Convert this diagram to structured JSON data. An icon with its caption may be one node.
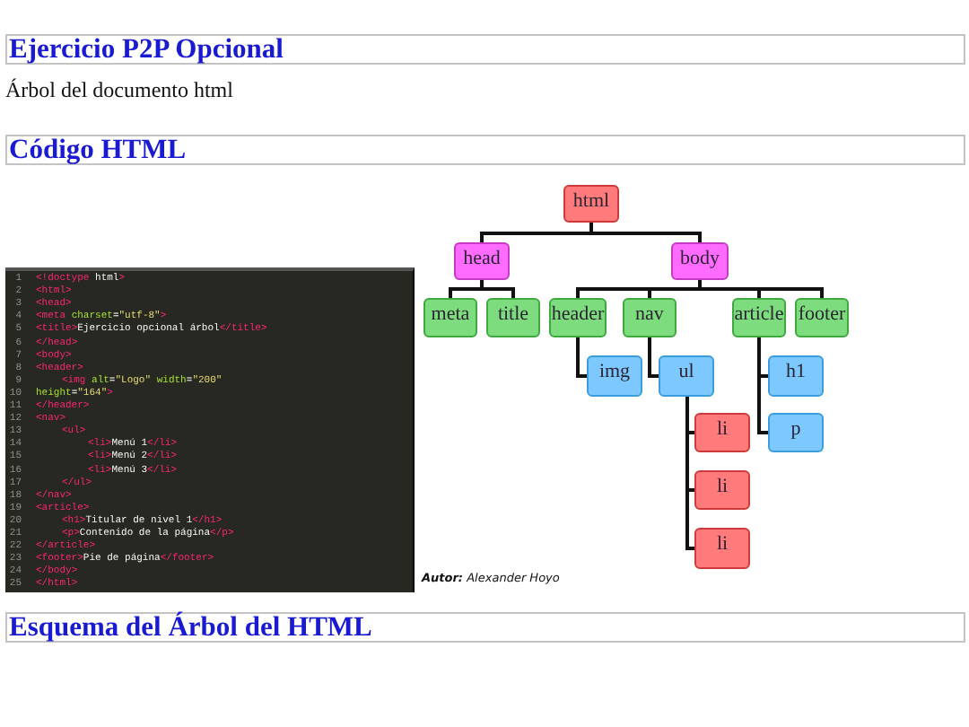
{
  "diagram": {
    "title": "Ejercicio P2P Opcional",
    "nodes": [
      {
        "text": [
          "html"
        ]
      },
      {
        "text": [
          "head"
        ]
      },
      {
        "text": [
          "body"
        ]
      },
      {
        "text": [
          "meta"
        ]
      },
      {
        "text": [
          "title"
        ]
      },
      {
        "text": [
          "header"
        ]
      },
      {
        "text": [
          "nav"
        ]
      },
      {
        "text": [
          "article"
        ]
      },
      {
        "text": [
          "footer"
        ]
      },
      {
        "text": [
          "img"
        ]
      },
      {
        "text": [
          "ul"
        ]
      },
      {
        "text": [
          "h1"
        ]
      },
      {
        "text": [
          "li"
        ]
      },
      {
        "text": [
          "p"
        ]
      },
      {
        "text": [
          "li"
        ]
      },
      {
        "text": [
          "li"
        ]
      }
    ],
    "edges": [
      {
        "from": 0,
        "to": 1,
        "arrow": "none"
      },
      {
        "from": 0,
        "to": 2,
        "arrow": "none"
      },
      {
        "from": 1,
        "to": 3,
        "arrow": "none"
      },
      {
        "from": 1,
        "to": 4,
        "arrow": "none"
      },
      {
        "from": 2,
        "to": 5,
        "arrow": "none"
      },
      {
        "from": 2,
        "to": 6,
        "arrow": "none"
      },
      {
        "from": 2,
        "to": 7,
        "arrow": "none"
      },
      {
        "from": 2,
        "to": 8,
        "arrow": "none"
      },
      {
        "from": 5,
        "to": 9,
        "arrow": "none"
      },
      {
        "from": 6,
        "to": 10,
        "arrow": "none"
      },
      {
        "from": 7,
        "to": 11,
        "arrow": "none"
      },
      {
        "from": 7,
        "to": 13,
        "arrow": "none"
      },
      {
        "from": 10,
        "to": 12,
        "arrow": "none"
      },
      {
        "from": 10,
        "to": 14,
        "arrow": "none"
      },
      {
        "from": 10,
        "to": 15,
        "arrow": "none"
      }
    ],
    "labels": [
      "Árbol del documento html",
      "Código HTML",
      "1",
      "<!doctype html>",
      "2",
      "<html>",
      "3",
      "<head>",
      "4",
      "<meta charset=\"utf-8\">",
      "5",
      "<title>Ejercicio opcional árbol</title>",
      "6",
      "</head>",
      "7",
      "<body>",
      "8",
      "<header>",
      "9",
      "<img alt=\"Logo\" width=\"200\"",
      "10",
      "height=\"164\">",
      "11",
      "</header>",
      "12",
      "<nav>",
      "13",
      "<ul>",
      "14",
      "<li>Menú 1</li>",
      "15",
      "<li>Menú 2</li>",
      "16",
      "<li>Menú 3</li>",
      "17",
      "</ul>",
      "18",
      "</nav>",
      "19",
      "<article>",
      "20",
      "<h1>Titular de nivel 1</h1>",
      "21",
      "<p>Contenido de la página</p>",
      "22",
      "</article>",
      "23",
      "<footer>Pie de página</footer>",
      "24",
      "</body>",
      "25",
      "</html>",
      "**Autor:** Alexander Hoyo",
      "Esquema del Árbol del HTML"
    ]
  }
}
